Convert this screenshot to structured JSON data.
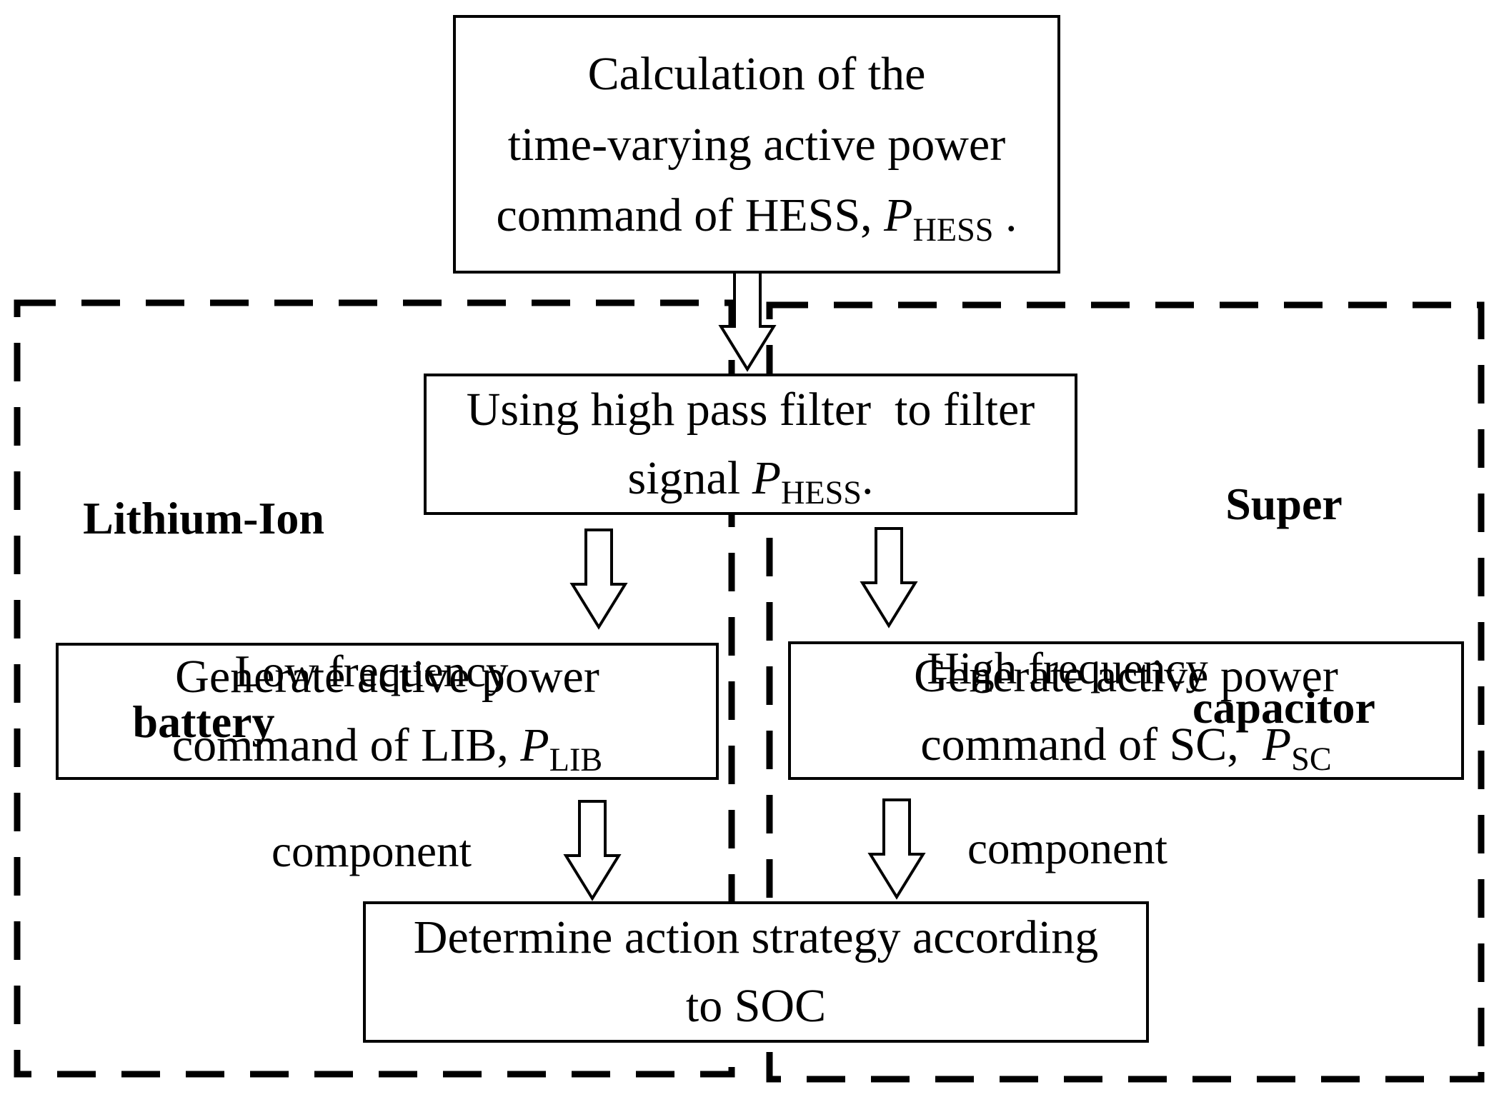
{
  "diagram": {
    "colors": {
      "line": "#000000",
      "background": "#ffffff"
    },
    "top_box": {
      "line1": "Calculation of the",
      "line2": "time-varying active power",
      "line3_prefix": "command of HESS, ",
      "var": "P",
      "sub": "HESS",
      "line3_suffix": " ."
    },
    "filter_box": {
      "line1": "Using high pass filter  to filter",
      "line2_prefix": "signal ",
      "var": "P",
      "sub": "HESS",
      "line2_suffix": "."
    },
    "lib_region_label": {
      "line1": "Lithium-Ion",
      "line2": "battery"
    },
    "sc_region_label": {
      "line1": "Super",
      "line2": "capacitor"
    },
    "low_freq_label": {
      "line1": "Low frequency",
      "line2": "component"
    },
    "high_freq_label": {
      "line1": "High frequency",
      "line2": "component"
    },
    "lib_box": {
      "line1": "Generate active power",
      "line2_prefix": "command of LIB, ",
      "var": "P",
      "sub": "LIB"
    },
    "sc_box": {
      "line1": "Generate active power",
      "line2_prefix": "command of SC,  ",
      "var": "P",
      "sub": "SC"
    },
    "soc_box": {
      "line1": "Determine action strategy according",
      "line2": "to SOC"
    }
  }
}
